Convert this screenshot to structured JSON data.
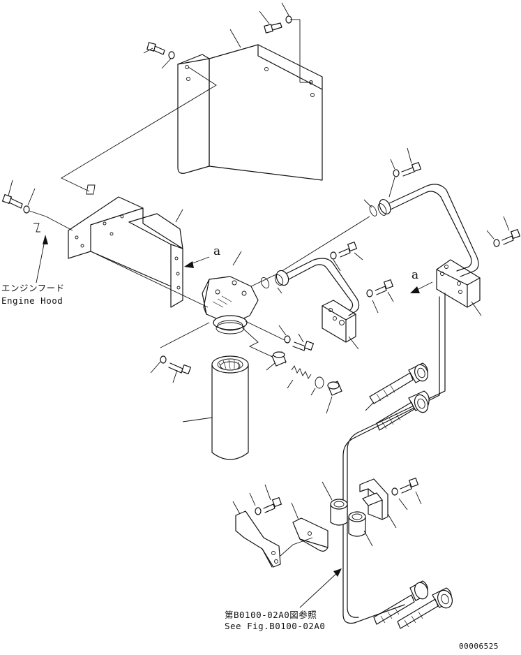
{
  "labels": {
    "engine_hood_jp": "エンジンフード",
    "engine_hood_en": "Engine Hood",
    "ref_jp": "第B0100-02A0図参照",
    "ref_en": "See Fig.B0100-02A0",
    "view_mark_left": "a",
    "view_mark_right": "a",
    "drawing_number": "00006525"
  }
}
